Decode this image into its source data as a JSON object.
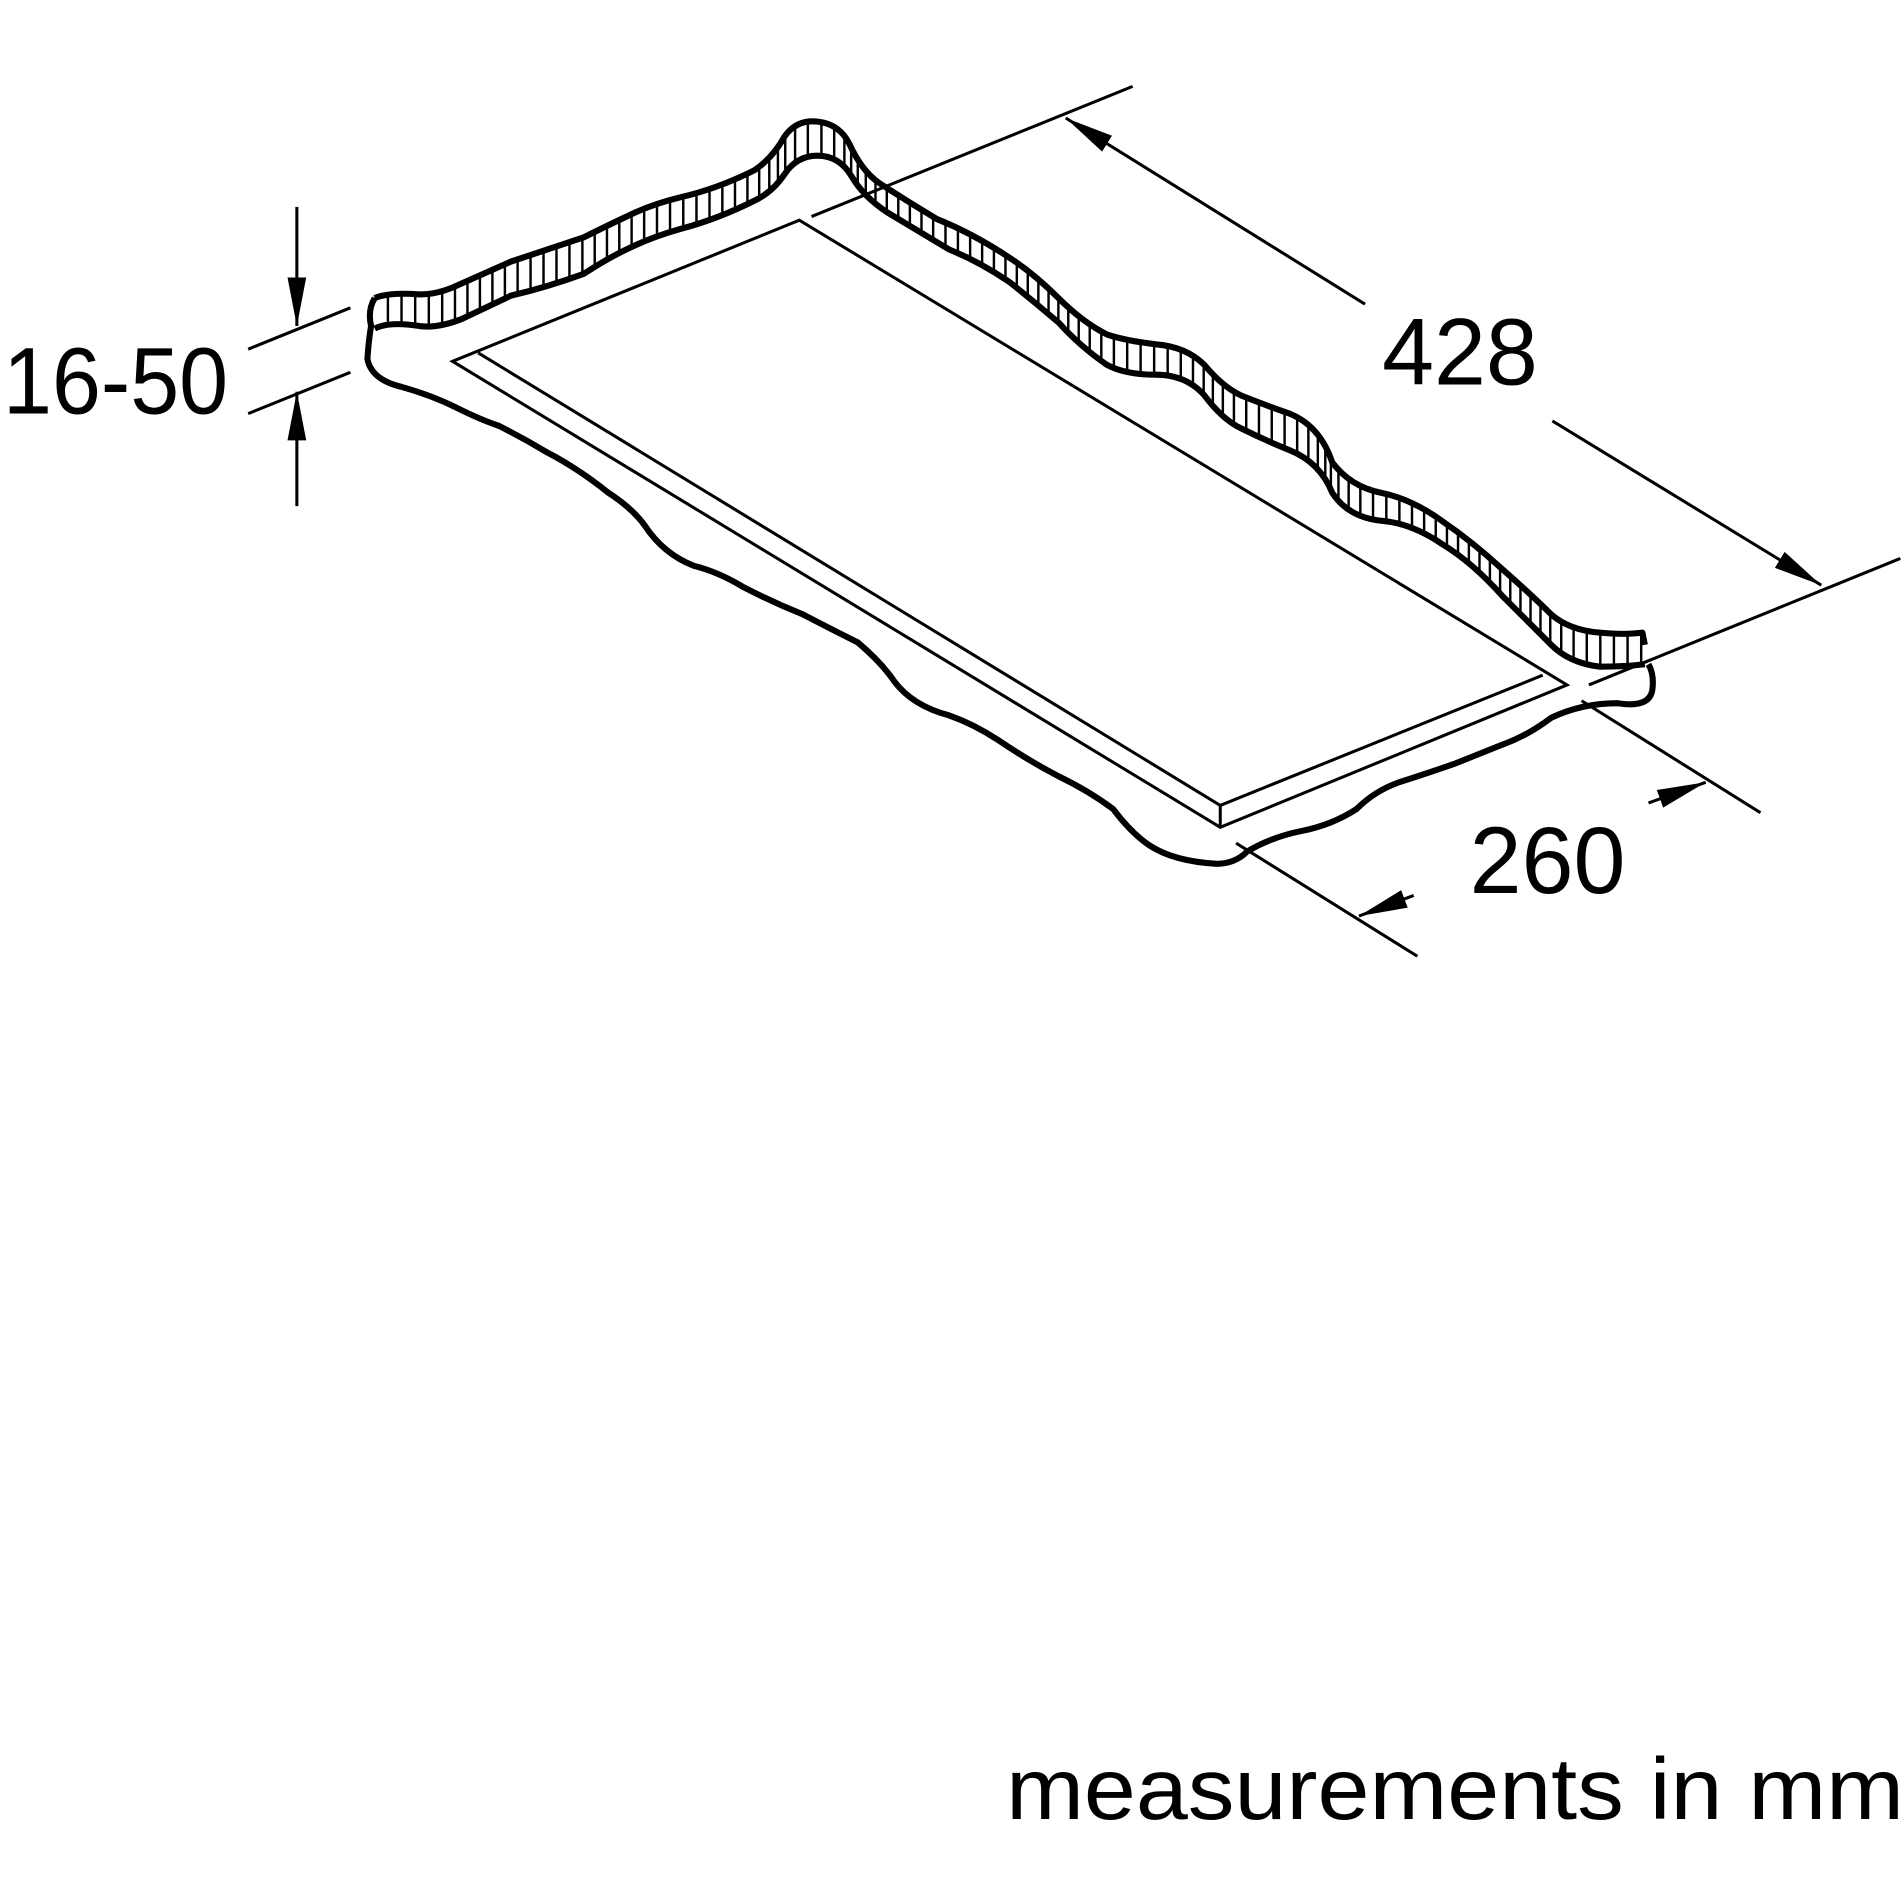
{
  "dimensions": {
    "height_range": "16-50",
    "depth": "428",
    "width": "260"
  },
  "footer": {
    "units_note": "measurements in mm"
  },
  "colors": {
    "line": "#000000",
    "background": "#ffffff"
  }
}
